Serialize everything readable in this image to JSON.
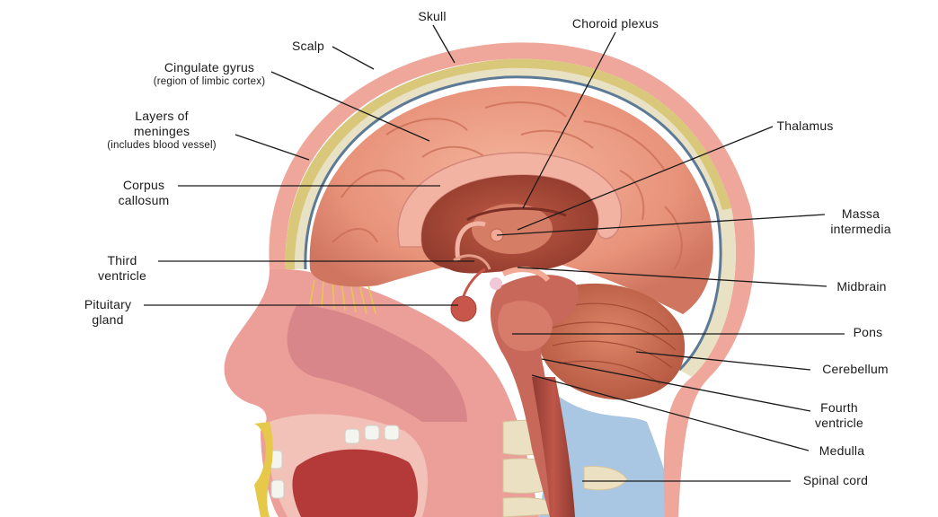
{
  "labels": {
    "skull": "Skull",
    "choroid_plexus": "Choroid plexus",
    "scalp": "Scalp",
    "cingulate_gyrus": "Cingulate gyrus",
    "cingulate_gyrus_sub": "(region of limbic cortex)",
    "meninges_line1": "Layers of",
    "meninges_line2": "meninges",
    "meninges_sub": "(includes blood vessel)",
    "thalamus": "Thalamus",
    "corpus_line1": "Corpus",
    "corpus_line2": "callosum",
    "massa_line1": "Massa",
    "massa_line2": "intermedia",
    "third_line1": "Third",
    "third_line2": "ventricle",
    "midbrain": "Midbrain",
    "pituitary_line1": "Pituitary",
    "pituitary_line2": "gland",
    "pons": "Pons",
    "cerebellum": "Cerebellum",
    "fourth_line1": "Fourth",
    "fourth_line2": "ventricle",
    "medulla": "Medulla",
    "spinal_cord": "Spinal cord"
  },
  "colors": {
    "scalp": "#eea79a",
    "skull_bone": "#d9c77a",
    "skull_inner": "#e8e1c4",
    "meninges": "#5c7a96",
    "cerebrum": "#e89a7c",
    "cerebrum_dark": "#c96a52",
    "corpus_callosum": "#f2b3a3",
    "deep_brain": "#b04a3a",
    "cerebellum": "#c66a52",
    "spinal_cord": "#a5453a",
    "csf": "#a9c7e2",
    "face": "#eb9f98",
    "tongue": "#b43a3a",
    "nerves": "#e6c84a"
  }
}
